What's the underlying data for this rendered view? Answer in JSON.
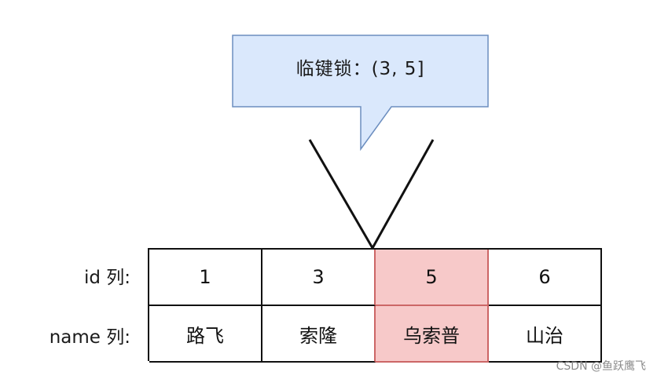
{
  "callout": {
    "text": "临键锁：(3, 5]",
    "fill": "#dae8fc",
    "stroke": "#6c8ebf"
  },
  "row_labels": {
    "id": "id 列:",
    "name": "name 列:"
  },
  "columns": [
    {
      "id": "1",
      "name": "路飞",
      "highlighted": false
    },
    {
      "id": "3",
      "name": "索隆",
      "highlighted": false
    },
    {
      "id": "5",
      "name": "乌索普",
      "highlighted": true
    },
    {
      "id": "6",
      "name": "山治",
      "highlighted": false
    }
  ],
  "highlight_color": "#f7c9c9",
  "watermark": "CSDN @鱼跃鹰飞"
}
